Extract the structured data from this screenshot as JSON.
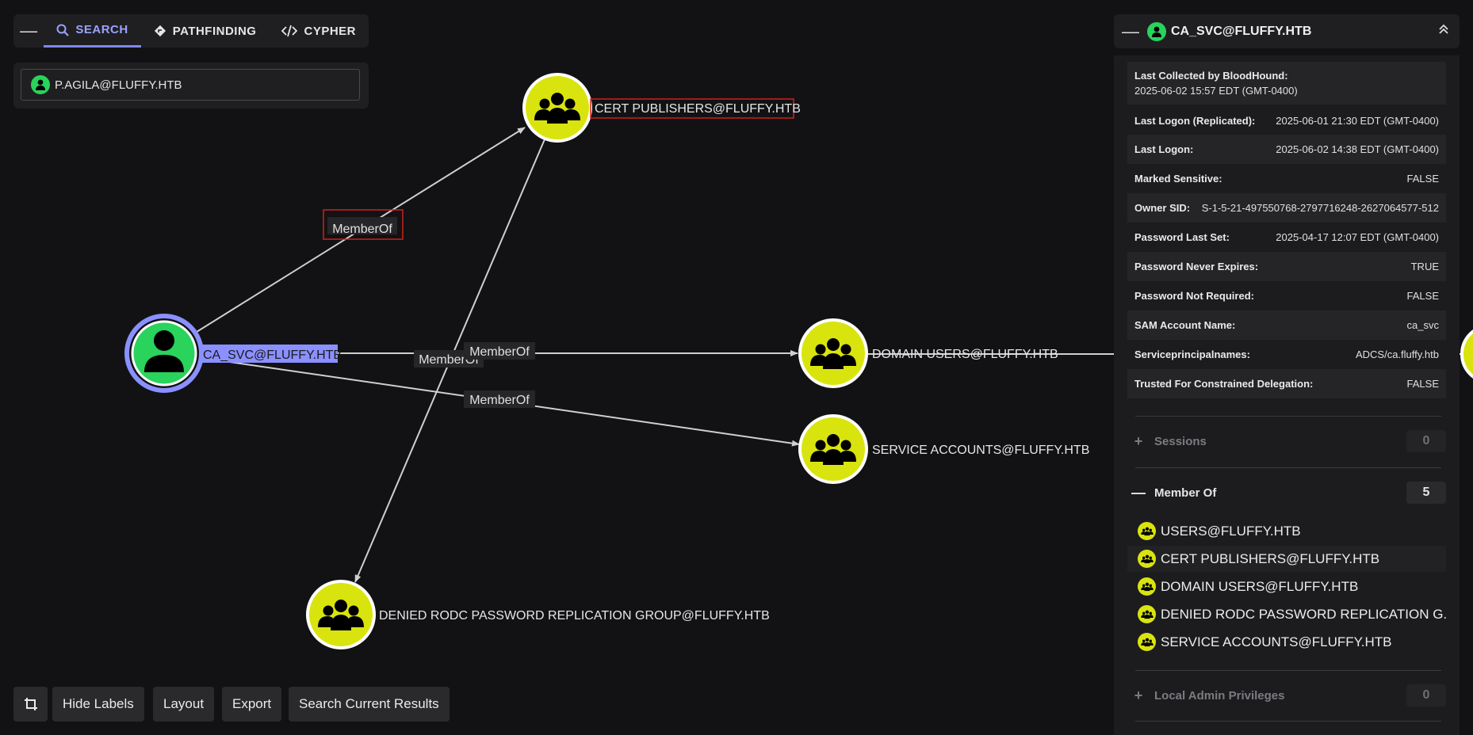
{
  "toolbar": {
    "collapse": "—",
    "tabs": [
      {
        "label": "SEARCH",
        "icon": "search-icon"
      },
      {
        "label": "PATHFINDING",
        "icon": "pathfinding-icon"
      },
      {
        "label": "CYPHER",
        "icon": "code-icon"
      }
    ]
  },
  "search": {
    "value": "P.AGILA@FLUFFY.HTB"
  },
  "graph": {
    "nodes": {
      "ca_svc": "CA_SVC@FLUFFY.HTB",
      "cert_publishers": "CERT PUBLISHERS@FLUFFY.HTB",
      "domain_users": "DOMAIN USERS@FLUFFY.HTB",
      "service_accounts": "SERVICE ACCOUNTS@FLUFFY.HTB",
      "denied_rodc": "DENIED RODC PASSWORD REPLICATION GROUP@FLUFFY.HTB"
    },
    "edge_label": "MemberOf",
    "colors": {
      "user": "#29d35c",
      "group": "#d9e40e",
      "selected_ring": "#8a90ff",
      "highlight_box": "#d0201c"
    }
  },
  "bottom": {
    "crop_icon": "crop-icon",
    "hide_labels": "Hide Labels",
    "layout": "Layout",
    "export": "Export",
    "search_results": "Search Current Results"
  },
  "panel": {
    "title": "CA_SVC@FLUFFY.HTB",
    "collapse": "—",
    "last_collected_key": "Last Collected by BloodHound:",
    "last_collected_val": "2025-06-02 15:57 EDT (GMT-0400)",
    "props": [
      {
        "k": "Last Logon (Replicated):",
        "v": "2025-06-01 21:30 EDT (GMT-0400)"
      },
      {
        "k": "Last Logon:",
        "v": "2025-06-02 14:38 EDT (GMT-0400)"
      },
      {
        "k": "Marked Sensitive:",
        "v": "FALSE"
      },
      {
        "k": "Owner SID:",
        "v": "S-1-5-21-497550768-2797716248-2627064577-512"
      },
      {
        "k": "Password Last Set:",
        "v": "2025-04-17 12:07 EDT (GMT-0400)"
      },
      {
        "k": "Password Never Expires:",
        "v": "TRUE"
      },
      {
        "k": "Password Not Required:",
        "v": "FALSE"
      },
      {
        "k": "SAM Account Name:",
        "v": "ca_svc"
      },
      {
        "k": "Serviceprincipalnames:",
        "v": "ADCS/ca.fluffy.htb"
      },
      {
        "k": "Trusted For Constrained Delegation:",
        "v": "FALSE"
      }
    ],
    "sessions": {
      "sym": "+",
      "label": "Sessions",
      "count": "0"
    },
    "member_of": {
      "sym": "—",
      "label": "Member Of",
      "count": "5",
      "items": [
        "USERS@FLUFFY.HTB",
        "CERT PUBLISHERS@FLUFFY.HTB",
        "DOMAIN USERS@FLUFFY.HTB",
        "DENIED RODC PASSWORD REPLICATION G...",
        "SERVICE ACCOUNTS@FLUFFY.HTB"
      ]
    },
    "local_admin": {
      "sym": "+",
      "label": "Local Admin Privileges",
      "count": "0"
    }
  }
}
